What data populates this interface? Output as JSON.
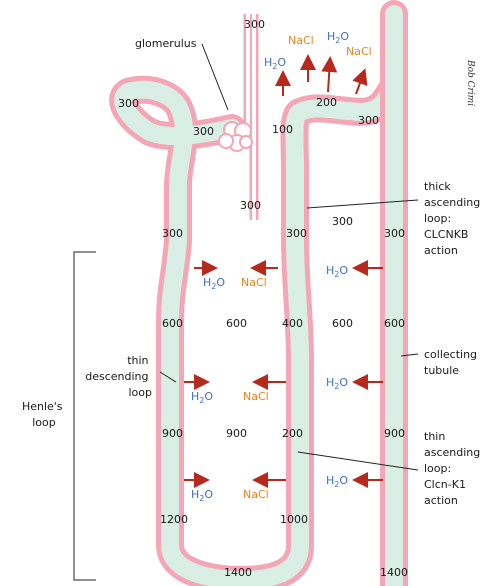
{
  "signature": "Bob Crimi",
  "colors": {
    "tubule_wall": "#f4a6b7",
    "tubule_lumen": "#d9efe6",
    "arrow": "#b52a1c",
    "water": "#3f6fc2",
    "salt": "#e8841c"
  },
  "labels": {
    "glomerulus": "glomerulus",
    "thick_ascending": [
      "thick",
      "ascending",
      "loop:",
      "CLCNKB",
      "action"
    ],
    "collecting": [
      "collecting",
      "tubule"
    ],
    "thin_descending": [
      "thin",
      "descending",
      "loop"
    ],
    "henle": [
      "Henle's",
      "loop"
    ],
    "thin_ascending": [
      "thin",
      "ascending",
      "loop:",
      "Clcn-K1",
      "action"
    ]
  },
  "osmolality": {
    "top_center": "300",
    "top_left": "300",
    "glomerulus": "300",
    "thick_top": "100",
    "thick_upper": "200",
    "right_top": "300",
    "cap_base": "300",
    "row300": [
      "300",
      "300",
      "300",
      "300"
    ],
    "row600": [
      "600",
      "600",
      "400",
      "600",
      "600"
    ],
    "row900": [
      "900",
      "900",
      "200",
      "900"
    ],
    "row1000": [
      "1200",
      "1000"
    ],
    "row1400": [
      "1400",
      "1400"
    ]
  },
  "transport": {
    "water": "H2O",
    "salt": "NaCl"
  },
  "icons": {
    "efflux_arrow": "arrow-up-icon",
    "leftward_arrow": "arrow-left-icon",
    "rightward_arrow": "arrow-right-icon"
  }
}
